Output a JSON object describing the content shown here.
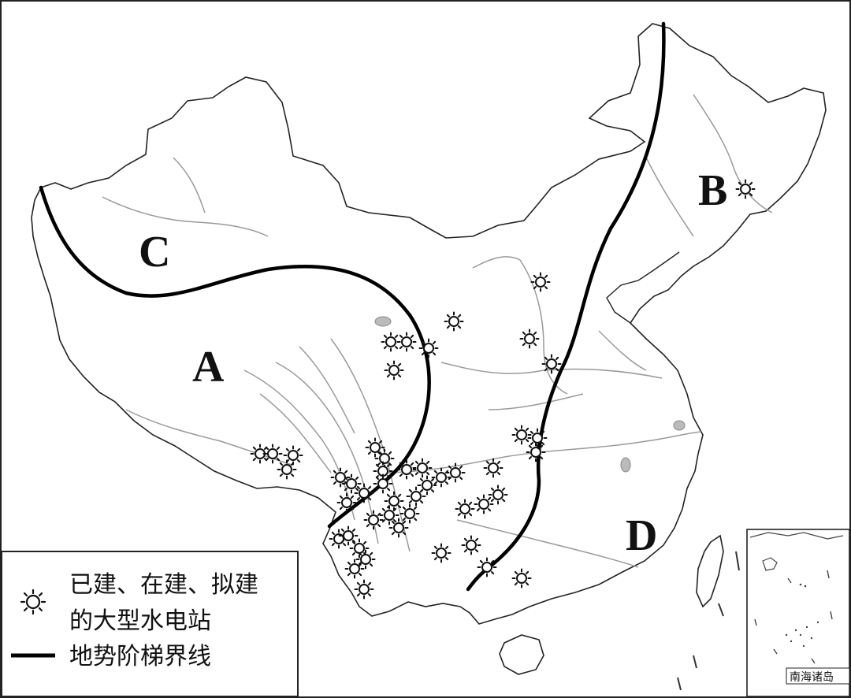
{
  "map": {
    "region_labels": [
      {
        "id": "A",
        "text": "A"
      },
      {
        "id": "B",
        "text": "B"
      },
      {
        "id": "C",
        "text": "C"
      },
      {
        "id": "D",
        "text": "D"
      }
    ],
    "legend": {
      "station_line1": "已建、在建、拟建",
      "station_line2": "的大型水电站",
      "boundary_label": "地势阶梯界线"
    },
    "inset": {
      "label": "南海诸岛"
    },
    "colors": {
      "border": "#222222",
      "river": "#9a9a9a",
      "boundary_line": "#000000"
    },
    "icons": {
      "station": "sun-gear-icon",
      "boundary": "thick-line-icon"
    }
  }
}
